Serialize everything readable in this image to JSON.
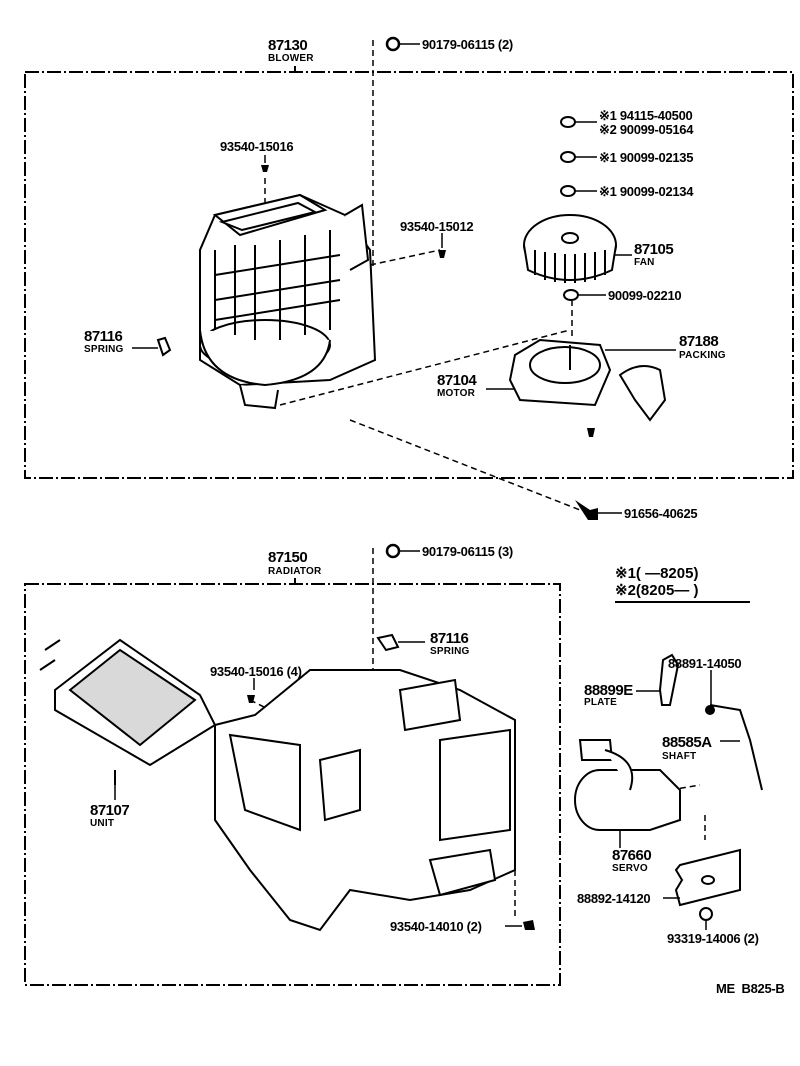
{
  "diagram": {
    "type": "exploded-parts-diagram",
    "code": "ME  B825-B",
    "groups": [
      {
        "id": "blower",
        "part_no": "87130",
        "name": "BLOWER",
        "callouts": [
          {
            "part_no": "90179-06115 (2)",
            "name": ""
          },
          {
            "part_no": "93540-15016",
            "name": ""
          },
          {
            "part_no": "93540-15012",
            "name": ""
          },
          {
            "part_no": "87116",
            "name": "SPRING"
          },
          {
            "part_no": "※1 94115-40500",
            "name": ""
          },
          {
            "part_no": "※2 90099-05164",
            "name": ""
          },
          {
            "part_no": "※1 90099-02135",
            "name": ""
          },
          {
            "part_no": "※1 90099-02134",
            "name": ""
          },
          {
            "part_no": "87105",
            "name": "FAN"
          },
          {
            "part_no": "90099-02210",
            "name": ""
          },
          {
            "part_no": "87188",
            "name": "PACKING"
          },
          {
            "part_no": "87104",
            "name": "MOTOR"
          },
          {
            "part_no": "91656-40625",
            "name": ""
          }
        ]
      },
      {
        "id": "radiator",
        "part_no": "87150",
        "name": "RADIATOR",
        "callouts": [
          {
            "part_no": "90179-06115 (3)",
            "name": ""
          },
          {
            "part_no": "87116",
            "name": "SPRING"
          },
          {
            "part_no": "93540-15016 (4)",
            "name": ""
          },
          {
            "part_no": "87107",
            "name": "UNIT"
          },
          {
            "part_no": "93540-14010 (2)",
            "name": ""
          }
        ]
      },
      {
        "id": "servo",
        "part_no": "87660",
        "name": "SERVO",
        "callouts": [
          {
            "part_no": "88891-14050",
            "name": ""
          },
          {
            "part_no": "88899E",
            "name": "PLATE"
          },
          {
            "part_no": "88585A",
            "name": "SHAFT"
          },
          {
            "part_no": "88892-14120",
            "name": ""
          },
          {
            "part_no": "93319-14006 (2)",
            "name": ""
          }
        ]
      }
    ],
    "legend": [
      {
        "mark": "※1",
        "range": "(       —8205)"
      },
      {
        "mark": "※2",
        "range": "(8205—       )"
      }
    ]
  }
}
